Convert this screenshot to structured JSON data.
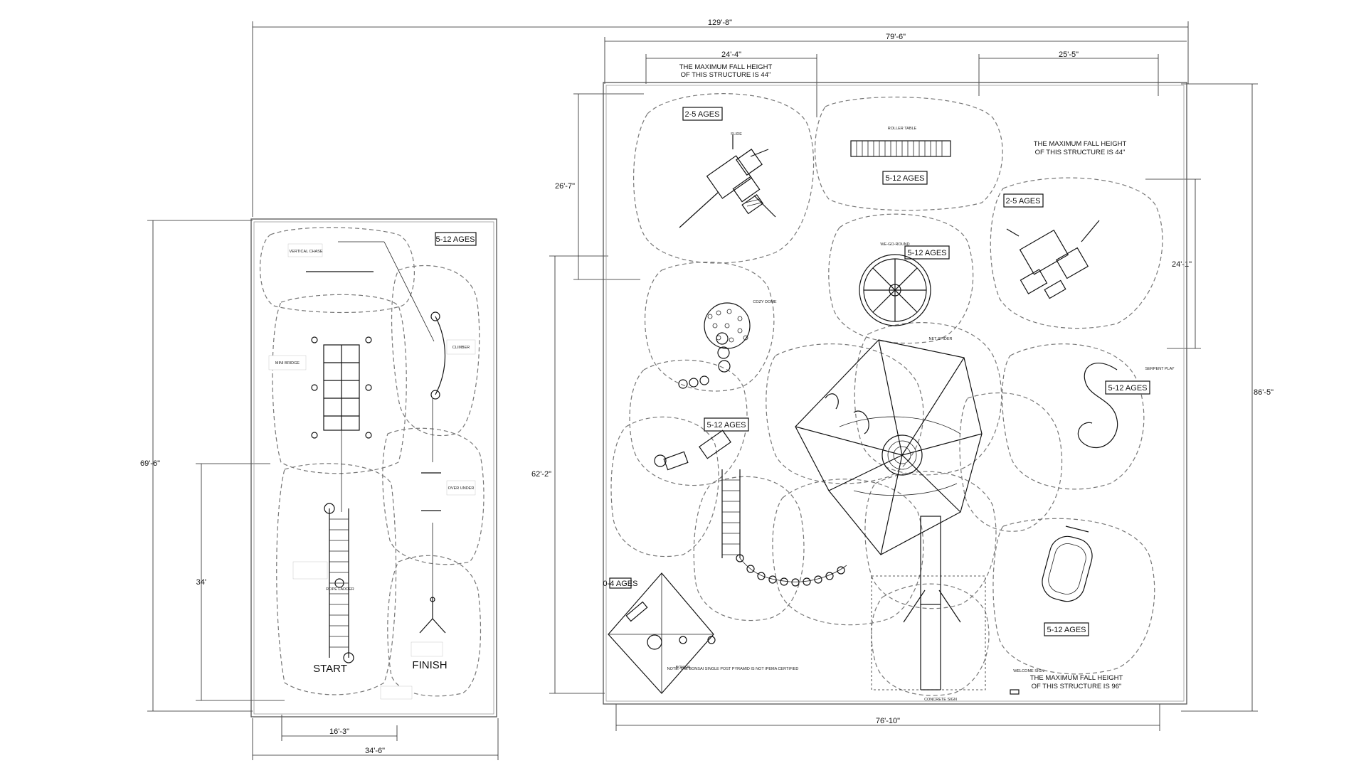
{
  "dimensions": {
    "overall_width": "129'-8\"",
    "right_width_top": "79'-6\"",
    "dim_24_4": "24'-4\"",
    "dim_25_5": "25'-5\"",
    "dim_26_7": "26'-7\"",
    "dim_24_1": "24'-1\"",
    "dim_62_2": "62'-2\"",
    "dim_86_5": "86'-5\"",
    "dim_76_10": "76'-10\"",
    "dim_69_6": "69'-6\"",
    "dim_34": "34'",
    "dim_16_3": "16'-3\"",
    "dim_34_6": "34'-6\""
  },
  "notes": {
    "fall_44_a_line1": "THE MAXIMUM FALL HEIGHT",
    "fall_44_a_line2": "OF THIS STRUCTURE IS 44\"",
    "fall_44_b_line1": "THE MAXIMUM FALL HEIGHT",
    "fall_44_b_line2": "OF THIS STRUCTURE IS 44\"",
    "fall_96_line1": "THE MAXIMUM FALL HEIGHT",
    "fall_96_line2": "OF THIS STRUCTURE IS 96\"",
    "bonus_note": "NOTE: THE BONSAI SINGLE POST PYRAMID IS NOT IPEMA CERTIFIED"
  },
  "age_labels": {
    "left_panel": "5-12 AGES",
    "top_left": "2-5 AGES",
    "top_middle": "5-12 AGES",
    "spinner": "5-12 AGES",
    "right_2_5": "2-5 AGES",
    "right_serpent": "5-12 AGES",
    "middle_left": "5-12 AGES",
    "bottom_right": "5-12 AGES",
    "bonus_box": "0-4 AGES"
  },
  "course": {
    "start": "START",
    "finish": "FINISH"
  },
  "components": [
    "ROLLER TABLE",
    "WE-GO-ROUND",
    "COZY DOME",
    "SERPENT PLAY",
    "BONSAI",
    "WELCOME SIGN",
    "CONCRETE SIGN",
    "NET SPIDER",
    "ROPE LADDER",
    "SLIDE",
    "CLIMBER",
    "OVER UNDER",
    "VERTICAL CHASE",
    "MINI BRIDGE"
  ]
}
